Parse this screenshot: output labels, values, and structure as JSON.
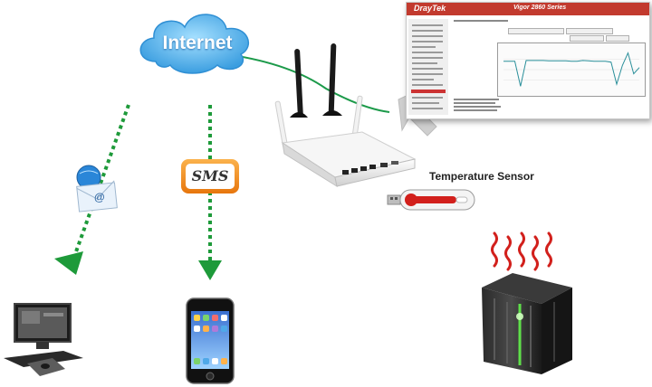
{
  "labels": {
    "cloud": "Internet",
    "sms": "SMS",
    "sensor": "Temperature Sensor",
    "brand": "DrayTek",
    "model": "Vigor 2860 Series"
  },
  "colors": {
    "cloud": "#5db7ea",
    "arrow": "#1e9a3a",
    "link": "#1c9a4a",
    "draytek_red": "#c23a2e",
    "heat": "#d2201c",
    "server_glow": "#5fe04a",
    "sms_badge": "#f08a1c"
  },
  "icons": [
    "cloud-icon",
    "email-icon",
    "sms-icon",
    "router-icon",
    "web-ui-screenshot",
    "usb-thermometer-icon",
    "server-icon",
    "heat-waves-icon",
    "computer-icon",
    "smartphone-icon",
    "pointer-arrow"
  ],
  "ui_chart": {
    "type": "line",
    "series": [
      {
        "values": [
          0.7,
          0.7,
          0.7,
          0.1,
          0.72,
          0.72,
          0.72,
          0.72,
          0.71,
          0.71,
          0.71,
          0.71,
          0.7,
          0.7,
          0.72,
          0.71,
          0.7,
          0.7,
          0.7,
          0.68,
          0.15,
          0.6,
          0.9,
          0.4,
          0.55
        ]
      }
    ]
  }
}
